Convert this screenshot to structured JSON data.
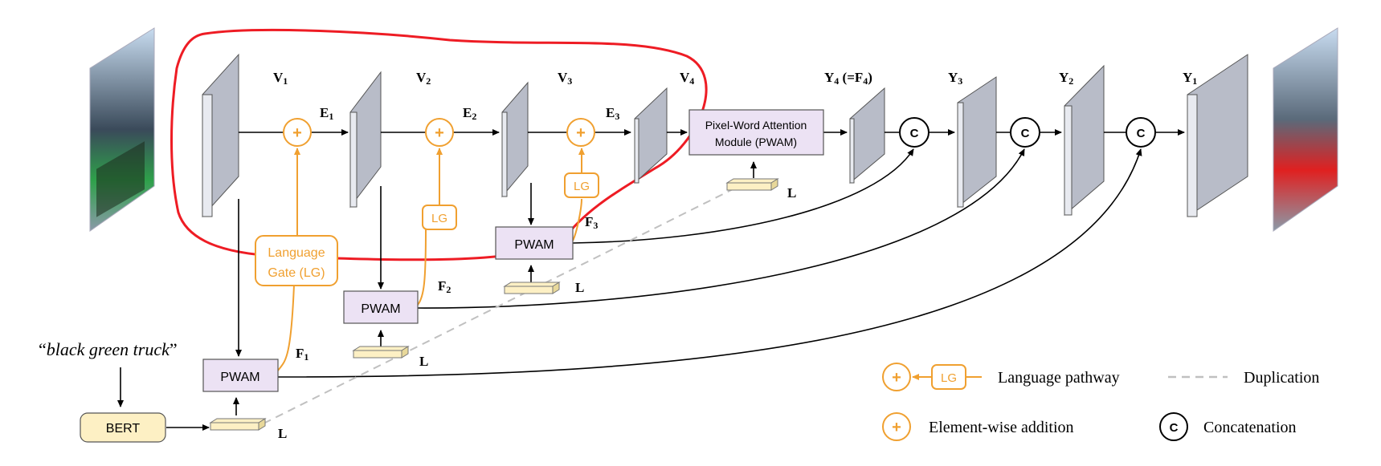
{
  "quote": "black green truck",
  "bert": "BERT",
  "pwam": "PWAM",
  "pwam_big": [
    "Pixel-Word Attention",
    "Module (PWAM)"
  ],
  "lg": "LG",
  "language_gate": [
    "Language",
    "Gate (LG)"
  ],
  "concat_symbol": "C",
  "plus_symbol": "+",
  "L": "L",
  "V": [
    "V",
    "V",
    "V",
    "V"
  ],
  "V_sub": [
    "1",
    "2",
    "3",
    "4"
  ],
  "E": [
    "E",
    "E",
    "E"
  ],
  "E_sub": [
    "1",
    "2",
    "3"
  ],
  "F": [
    "F",
    "F",
    "F"
  ],
  "F_sub": [
    "1",
    "2",
    "3"
  ],
  "Y4": [
    "Y",
    "4",
    " (=F",
    "4",
    ")"
  ],
  "Y": [
    "Y",
    "Y",
    "Y"
  ],
  "Y_sub": [
    "3",
    "2",
    "1"
  ],
  "legend": {
    "language_pathway": "Language pathway",
    "duplication": "Duplication",
    "elementwise": "Element-wise addition",
    "concatenation": "Concatenation"
  },
  "colors": {
    "orange": "#f0a030",
    "lavender": "#ece2f4",
    "plate": "#b8bcc8",
    "bert_fill": "#fdf0c4",
    "red_outline": "#ee1c24"
  }
}
